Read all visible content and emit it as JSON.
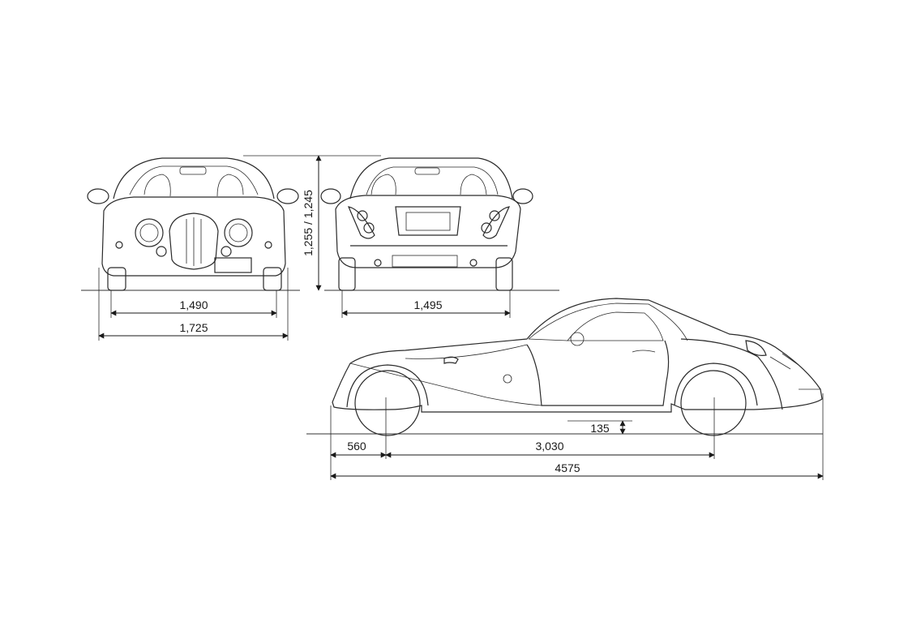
{
  "dimensions": {
    "front_track": "1,490",
    "overall_width": "1,725",
    "rear_track": "1,495",
    "height": "1,255 / 1,245",
    "front_overhang": "560",
    "wheelbase": "3,030",
    "overall_length": "4575",
    "ground_clearance": "135"
  }
}
